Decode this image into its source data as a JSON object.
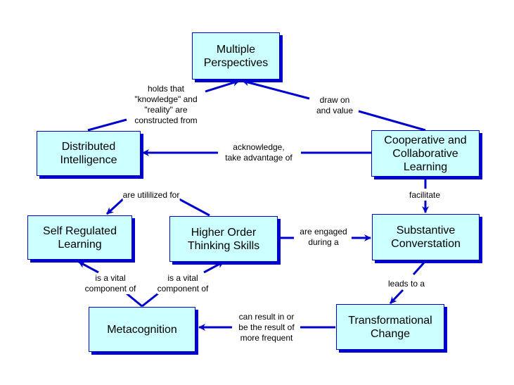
{
  "colors": {
    "node_fill": "#ccffff",
    "node_border": "#0000cc",
    "link": "#0000cc"
  },
  "nodes": {
    "multiple_perspectives": "Multiple\nPerspectives",
    "distributed_intelligence": "Distributed\nIntelligence",
    "cooperative_learning": "Cooperative and\nCollaborative\nLearning",
    "self_regulated_learning": "Self Regulated\nLearning",
    "higher_order_thinking": "Higher Order\nThinking Skills",
    "substantive_conversation": "Substantive\nConverstation",
    "metacognition": "Metacognition",
    "transformational_change": "Transformational\nChange"
  },
  "links": {
    "holds_that": "holds that\n\"knowledge\" and\n\"reality\" are\nconstructed from",
    "draw_on": "draw on\nand value",
    "acknowledge": "acknowledge,\ntake advantage of",
    "facilitate": "facilitate",
    "utilized_for": "are utililized for",
    "engaged_during": "are engaged\nduring a",
    "vital_component_1": "is a vital\ncomponent of",
    "vital_component_2": "is a vital\ncomponent of",
    "leads_to": "leads to a",
    "can_result": "can result in or\nbe the result of\nmore frequent"
  }
}
